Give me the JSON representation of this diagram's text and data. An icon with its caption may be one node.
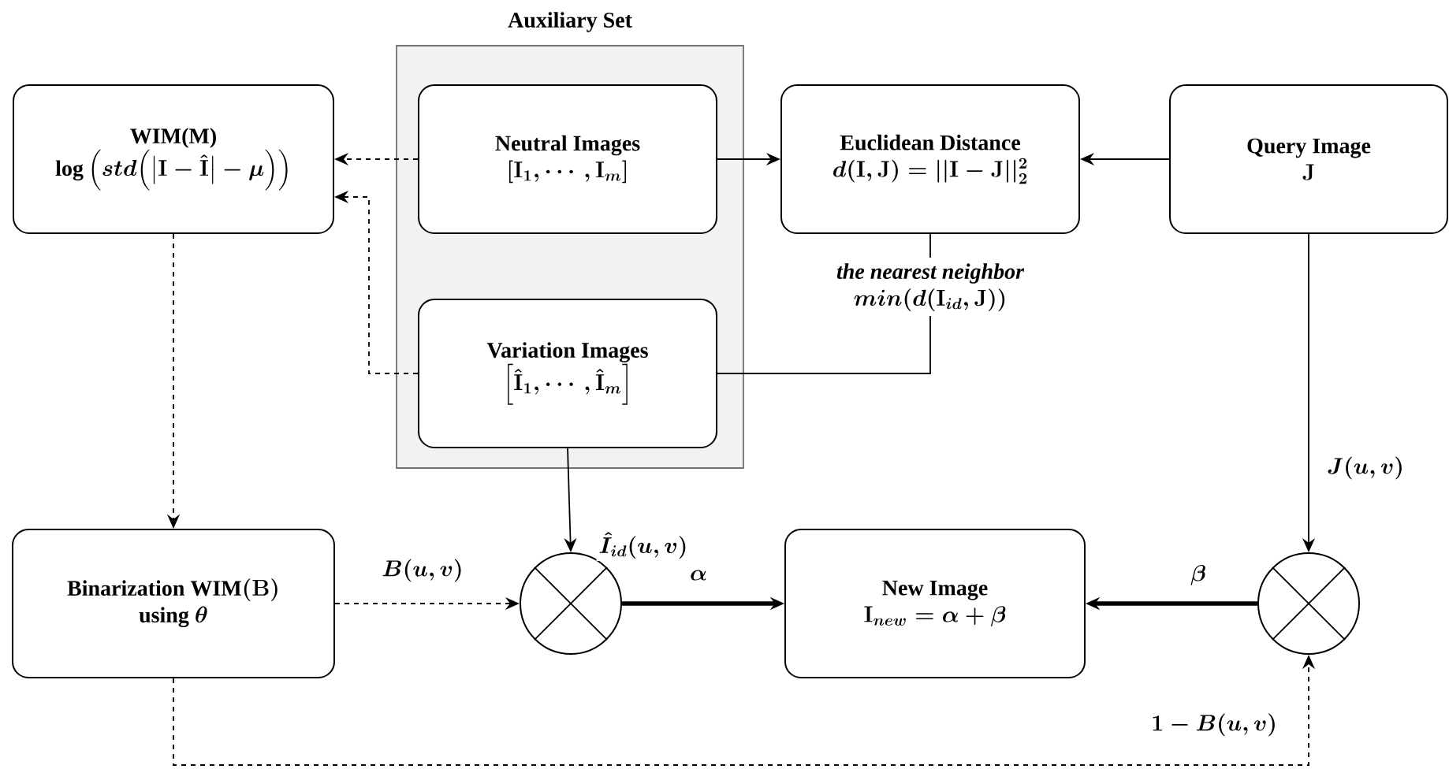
{
  "diagram": {
    "nodes": [
      {
        "text": [
          "Auxiliary Set"
        ]
      },
      {
        "text": [
          "WIM(**M**)",
          "\\log\\Big(std\\Big(\\big|\\mathbf{I}-\\hat{\\mathbf{I}}\\big|-\\mu\\Big)\\Big)"
        ]
      },
      {
        "text": [
          "Neutral Images",
          "[\\mathbf{I}_1,\\cdots,\\mathbf{I}_m]"
        ],
        "in": 0
      },
      {
        "text": [
          "Variation Images",
          "\\Big[\\hat{\\mathbf{I}}_1,\\cdots,\\hat{\\mathbf{I}}_m\\Big]"
        ],
        "in": 0
      },
      {
        "text": [
          "Euclidean Distance",
          "d(\\mathbf{I},\\mathbf{J})=||\\mathbf{I}-\\mathbf{J}||_2^2"
        ]
      },
      {
        "text": [
          "Query Image",
          "\\mathbf{J}"
        ]
      },
      {
        "text": [
          "\\begin{array}{c}\\text{Binarization WIM}(\\mathbf{B})\\\\ \\text{using }\\theta\\end{array}"
        ]
      },
      {
        "text": [],
        "shape": "circle"
      },
      {
        "text": [
          "New Image",
          "\\mathbf{I}_{new}=\\alpha+\\beta"
        ]
      },
      {
        "text": [],
        "shape": "circle"
      }
    ],
    "edges": [
      {
        "from": 2,
        "to": 1,
        "arrow": "to",
        "style": "dashed"
      },
      {
        "from": 3,
        "to": 1,
        "arrow": "to",
        "style": "dashed"
      },
      {
        "from": 2,
        "to": 4,
        "arrow": "to"
      },
      {
        "from": 5,
        "to": 4,
        "arrow": "to"
      },
      {
        "from": 4,
        "to": 3,
        "arrow": "none",
        "label": "\\begin{array}{c}\\textit{the nearest neighbor}\\\\ min(d(\\mathbf{I}_{id},\\mathbf{J}))\\end{array}"
      },
      {
        "from": 3,
        "to": 7,
        "arrow": "to",
        "label": "\\hat{I}_{id}(u,v)"
      },
      {
        "from": 1,
        "to": 6,
        "arrow": "to",
        "style": "dashed"
      },
      {
        "from": 6,
        "to": 7,
        "arrow": "to",
        "style": "dashed",
        "label": "B(u,v)"
      },
      {
        "from": 5,
        "to": 9,
        "arrow": "to",
        "label": "J(u,v)"
      },
      {
        "from": 7,
        "to": 8,
        "arrow": "to",
        "style": "thick",
        "label": "\\alpha"
      },
      {
        "from": 9,
        "to": 8,
        "arrow": "to",
        "style": "thick",
        "label": "\\beta"
      },
      {
        "from": 6,
        "to": 9,
        "arrow": "to",
        "style": "dashed",
        "label": "1-B(u,v)"
      }
    ]
  }
}
